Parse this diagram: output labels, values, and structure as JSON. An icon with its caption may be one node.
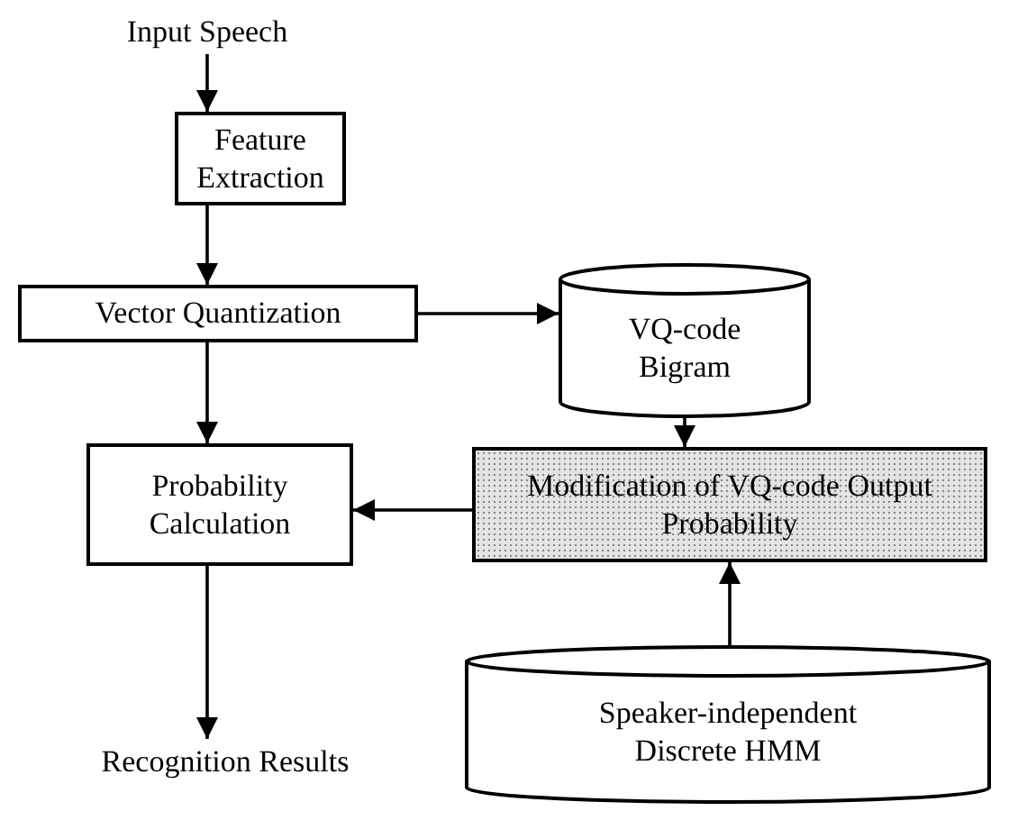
{
  "diagram": {
    "nodes": [
      {
        "text": [
          "Input Speech"
        ]
      },
      {
        "text": [
          "Feature Extraction"
        ]
      },
      {
        "text": [
          "Vector Quantization"
        ]
      },
      {
        "text": [
          "Probability Calculation"
        ]
      },
      {
        "text": [
          "VQ-code Bigram"
        ]
      },
      {
        "text": [
          "Modification of VQ-code Output Probability"
        ]
      },
      {
        "text": [
          "Speaker-independent Discrete HMM"
        ]
      },
      {
        "text": [
          "Recognition Results"
        ]
      }
    ],
    "edges": [
      {
        "from": 0,
        "to": 1,
        "arrow": "to"
      },
      {
        "from": 1,
        "to": 2,
        "arrow": "to"
      },
      {
        "from": 2,
        "to": 3,
        "arrow": "to"
      },
      {
        "from": 2,
        "to": 4,
        "arrow": "to"
      },
      {
        "from": 4,
        "to": 5,
        "arrow": "to"
      },
      {
        "from": 6,
        "to": 5,
        "arrow": "to"
      },
      {
        "from": 5,
        "to": 3,
        "arrow": "to"
      },
      {
        "from": 3,
        "to": 7,
        "arrow": "to"
      }
    ]
  }
}
